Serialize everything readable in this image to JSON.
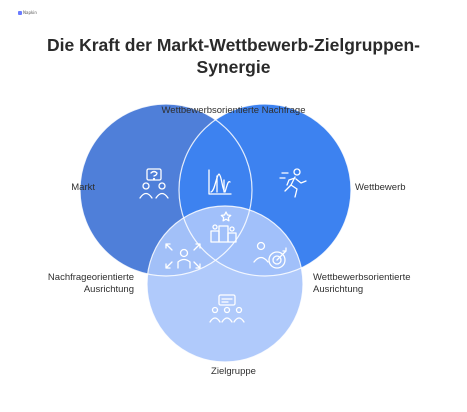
{
  "header": {
    "logo_text": "Napkin",
    "title_line1": "Die Kraft der Markt-Wettbewerb-Zielgruppen-",
    "title_line2": "Synergie"
  },
  "colors": {
    "markt": "#4f7fd9",
    "wettbewerb": "#3d82f0",
    "zielgruppe": "#a9c6fb",
    "outline": "#ffffff",
    "text": "#2f2f2f"
  },
  "regions": {
    "markt": {
      "label": "Markt",
      "icon": "people-question-icon"
    },
    "wettbewerb": {
      "label": "Wettbewerb",
      "icon": "runner-finish-icon"
    },
    "zielgruppe": {
      "label": "Zielgruppe",
      "icon": "group-presentation-icon"
    },
    "markt_wettbewerb": {
      "label": "Wettbewerbsorientierte Nachfrage",
      "icon": "distribution-chart-icon"
    },
    "markt_zielgruppe": {
      "label_line1": "Nachfrageorientierte",
      "label_line2": "Ausrichtung",
      "icon": "person-expand-icon"
    },
    "wettbewerb_zielgruppe": {
      "label_line1": "Wettbewerbsorientierte",
      "label_line2": "Ausrichtung",
      "icon": "person-target-icon"
    },
    "center": {
      "icon": "podium-star-icon"
    }
  }
}
